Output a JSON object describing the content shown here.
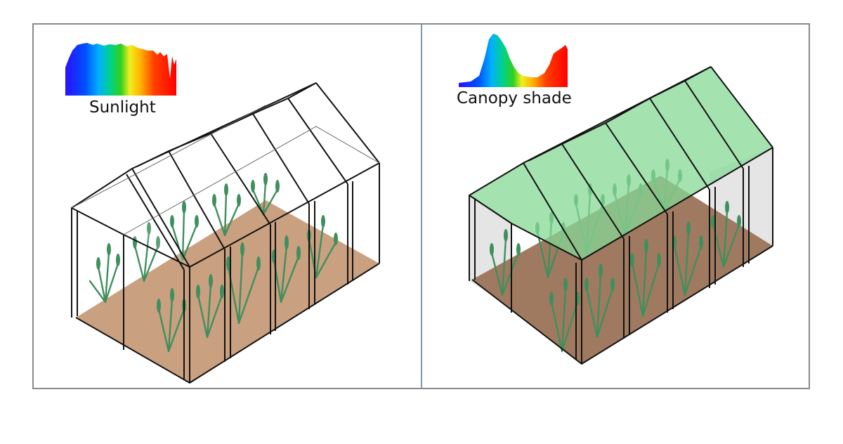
{
  "panels": [
    {
      "caption": "Sunlight",
      "spectrum_colors": [
        "#2a10ff",
        "#0044ff",
        "#00b0ff",
        "#00d0a0",
        "#20d020",
        "#f0ff20",
        "#ffc000",
        "#ff5000",
        "#ff0000"
      ],
      "glass_tint": "none"
    },
    {
      "caption": "Canopy shade",
      "spectrum_colors": [
        "#2a10ff",
        "#0044ff",
        "#00b0ff",
        "#00d0a0",
        "#20d020",
        "#f0ff20",
        "#ffc000",
        "#ff5000",
        "#ff0000"
      ],
      "glass_tint": "#7fd38a"
    }
  ],
  "colors": {
    "soil_light": "#c9a080",
    "soil_dark": "#a07a60",
    "plant": "#3f8f5d",
    "frame_stroke": "#111111",
    "shade_roof": "#86d896",
    "shade_wall": "#dedede"
  }
}
